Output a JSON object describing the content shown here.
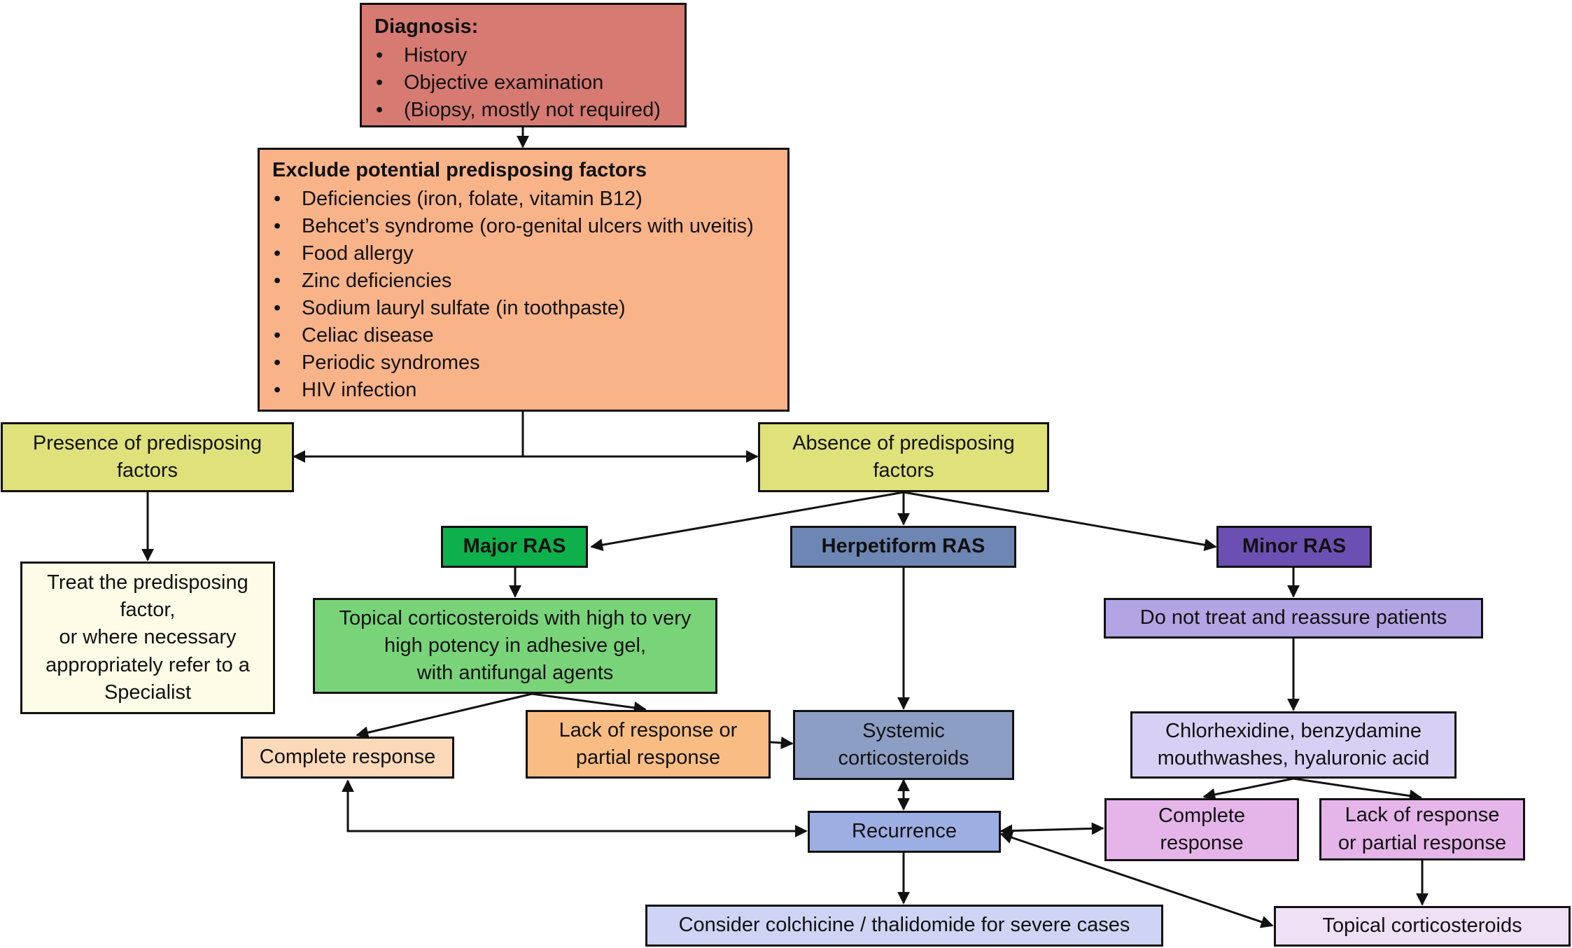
{
  "colors": {
    "diagnosis": "#d67a72",
    "exclude": "#f9b389",
    "presence": "#dfe27a",
    "treat_factor": "#fdfce6",
    "major_ras": "#0db04b",
    "herpetiform_ras": "#6e86b3",
    "minor_ras": "#6c4fb3",
    "topical_high": "#79d479",
    "complete_left": "#fcd9b8",
    "lack_left": "#f9bd84",
    "systemic": "#8d9ec5",
    "recurrence": "#9daee2",
    "colchicine": "#cfd4f4",
    "do_not_treat": "#b3a4e4",
    "chlorhexidine": "#d8d0f4",
    "complete_right": "#e5b5ea",
    "lack_right": "#e5b5ea",
    "topical_right": "#efe0f5",
    "line": "#111111"
  },
  "nodes": {
    "diagnosis": {
      "title": "Diagnosis:",
      "items": [
        "History",
        "Objective examination",
        "(Biopsy, mostly not required)"
      ]
    },
    "exclude": {
      "title": "Exclude potential predisposing factors",
      "items": [
        "Deficiencies (iron, folate, vitamin B12)",
        "Behcet’s syndrome (oro-genital ulcers with uveitis)",
        "Food allergy",
        "Zinc deficiencies",
        "Sodium lauryl sulfate (in toothpaste)",
        "Celiac disease",
        "Periodic syndromes",
        "HIV infection"
      ]
    },
    "presence": "Presence of predisposing\nfactors",
    "absence": "Absence of predisposing\nfactors",
    "treat_factor": "Treat the predisposing\nfactor,\nor where necessary\nappropriately refer to a\nSpecialist",
    "major_ras": "Major RAS",
    "herpetiform_ras": "Herpetiform RAS",
    "minor_ras": "Minor RAS",
    "topical_high": "Topical corticosteroids with high to very\nhigh potency in adhesive gel,\nwith antifungal agents",
    "complete_left": "Complete response",
    "lack_left": "Lack of response or\npartial response",
    "systemic": "Systemic\ncorticosteroids",
    "recurrence": "Recurrence",
    "colchicine": "Consider colchicine / thalidomide for severe cases",
    "do_not_treat": "Do not treat and reassure patients",
    "chlorhexidine": "Chlorhexidine, benzydamine\nmouthwashes, hyaluronic acid",
    "complete_right": "Complete\nresponse",
    "lack_right": "Lack of response\nor partial response",
    "topical_right": "Topical corticosteroids"
  }
}
